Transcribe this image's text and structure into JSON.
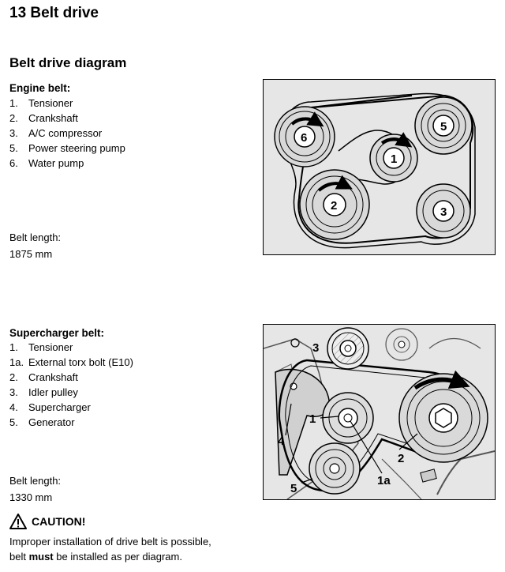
{
  "page_title": "13 Belt drive",
  "section_title": "Belt drive diagram",
  "engine_belt": {
    "heading": "Engine belt:",
    "items": [
      {
        "num": "1.",
        "label": "Tensioner"
      },
      {
        "num": "2.",
        "label": "Crankshaft"
      },
      {
        "num": "3.",
        "label": "A/C compressor"
      },
      {
        "num": "5.",
        "label": "Power steering pump"
      },
      {
        "num": "6.",
        "label": "Water pump"
      }
    ],
    "length_label": "Belt length:",
    "length_value": "1875 mm"
  },
  "supercharger_belt": {
    "heading": "Supercharger belt:",
    "items": [
      {
        "num": "1.",
        "label": "Tensioner"
      },
      {
        "num": "1a.",
        "label": "External torx bolt (E10)"
      },
      {
        "num": "2.",
        "label": "Crankshaft"
      },
      {
        "num": "3.",
        "label": "Idler pulley"
      },
      {
        "num": "4.",
        "label": "Supercharger"
      },
      {
        "num": "5.",
        "label": "Generator"
      }
    ],
    "length_label": "Belt length:",
    "length_value": "1330 mm"
  },
  "engine_diagram": {
    "labels": [
      "6",
      "5",
      "1",
      "2",
      "3"
    ]
  },
  "supercharger_diagram": {
    "labels": [
      "3",
      "1",
      "4",
      "2",
      "5",
      "1a"
    ]
  },
  "caution": {
    "title": "CAUTION!",
    "line1": "Improper installation of drive belt is possible,",
    "line2_pre": "belt ",
    "line2_bold": "must",
    "line2_post": " be installed as per diagram.",
    "icon": "warning-triangle-icon"
  }
}
